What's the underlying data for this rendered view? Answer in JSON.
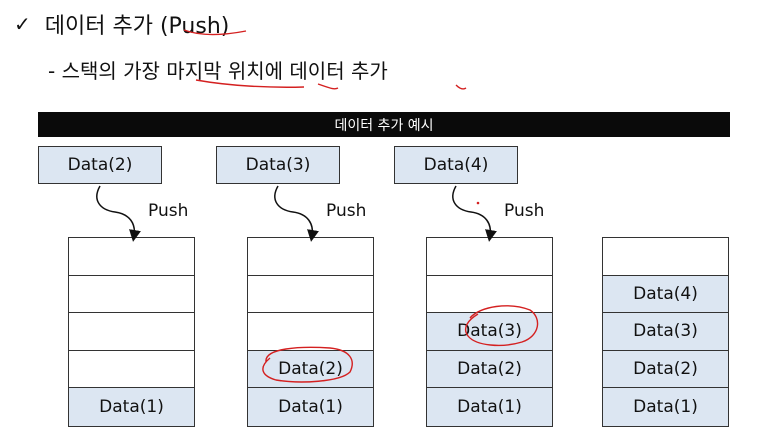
{
  "heading": {
    "check": "✓",
    "text": "데이터 추가 (Push)"
  },
  "subtitle": "- 스택의 가장 마지막 위치에 데이터 추가",
  "banner": "데이터 추가 예시",
  "push_label": "Push",
  "steps": [
    {
      "incoming": "Data(2)",
      "stack": [
        "",
        "",
        "",
        "",
        "Data(1)"
      ]
    },
    {
      "incoming": "Data(3)",
      "stack": [
        "",
        "",
        "",
        "Data(2)",
        "Data(1)"
      ]
    },
    {
      "incoming": "Data(4)",
      "stack": [
        "",
        "",
        "Data(3)",
        "Data(2)",
        "Data(1)"
      ]
    },
    {
      "stack": [
        "",
        "Data(4)",
        "Data(3)",
        "Data(2)",
        "Data(1)"
      ]
    }
  ],
  "colors": {
    "filled_cell": "#dce6f2",
    "banner": "#0a0a0a",
    "annotation": "#d42020"
  }
}
